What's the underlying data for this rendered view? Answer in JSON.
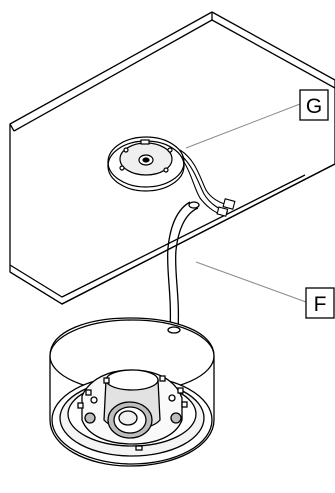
{
  "callouts": [
    {
      "id": "G",
      "label": "G"
    },
    {
      "id": "F",
      "label": "F"
    }
  ],
  "colors": {
    "line": "#000000",
    "background": "#ffffff",
    "leader_line": "#8a8a8a",
    "shade": "#bdbdbd",
    "light_shade": "#e2e2e2"
  }
}
